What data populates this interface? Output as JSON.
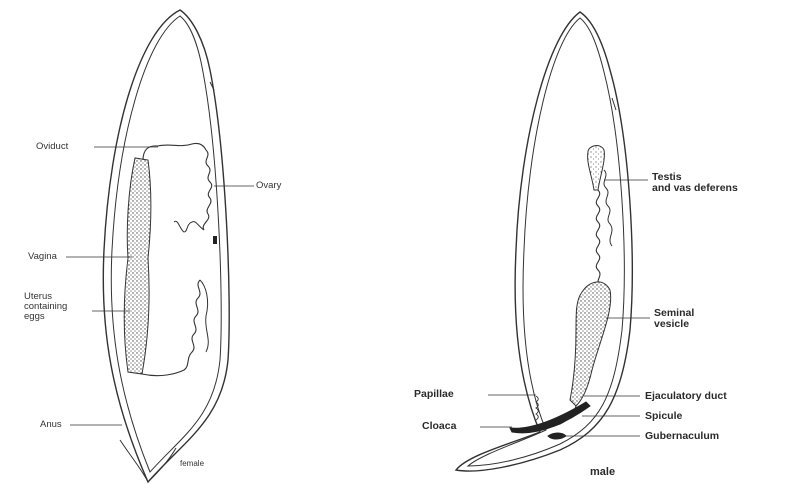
{
  "female": {
    "caption": "female",
    "labels": {
      "oviduct": "Oviduct",
      "ovary": "Ovary",
      "vagina": "Vagina",
      "uterus_line1": "Uterus",
      "uterus_line2": "containing",
      "uterus_line3": "eggs",
      "anus": "Anus"
    }
  },
  "male": {
    "caption": "male",
    "labels": {
      "testis_line1": "Testis",
      "testis_line2": "and vas deferens",
      "seminal_line1": "Seminal",
      "seminal_line2": "vesicle",
      "papillae": "Papillae",
      "ejaculatory_duct": "Ejaculatory duct",
      "spicule": "Spicule",
      "cloaca": "Cloaca",
      "gubernaculum": "Gubernaculum"
    }
  },
  "colors": {
    "ink": "#333333",
    "paper": "#ffffff"
  }
}
